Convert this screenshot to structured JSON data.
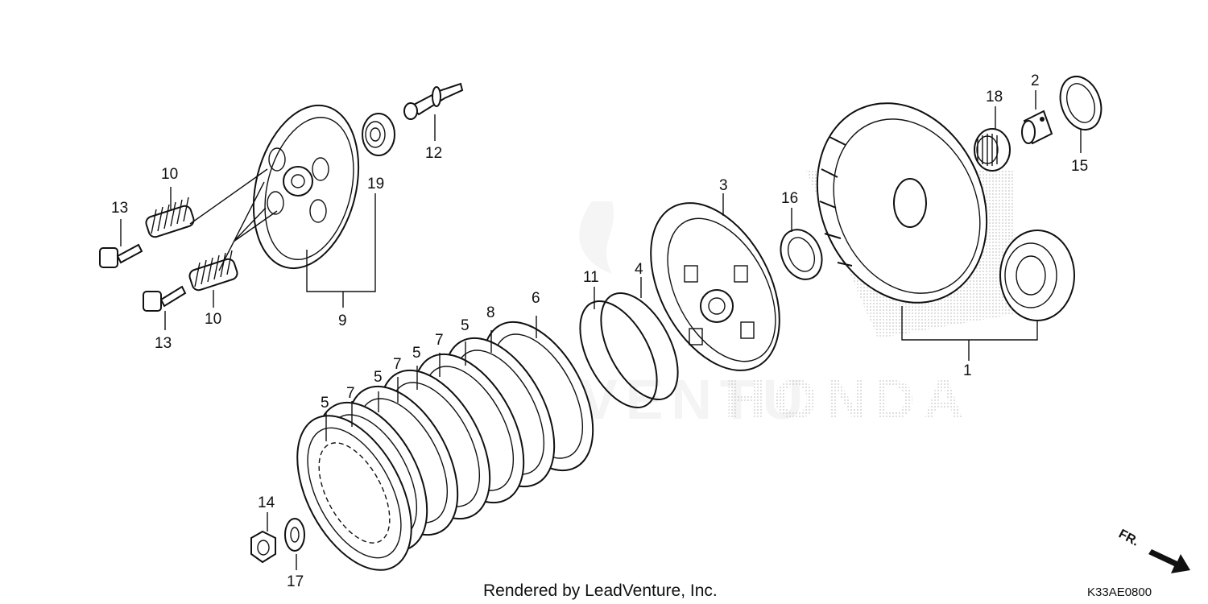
{
  "diagram": {
    "callouts": [
      "1",
      "2",
      "3",
      "4",
      "5",
      "6",
      "7",
      "8",
      "9",
      "10",
      "11",
      "12",
      "13",
      "14",
      "15",
      "16",
      "17",
      "18",
      "19"
    ],
    "footer_text": "Rendered by LeadVenture, Inc.",
    "diagram_code": "K33AE0800",
    "direction_label": "FR."
  }
}
